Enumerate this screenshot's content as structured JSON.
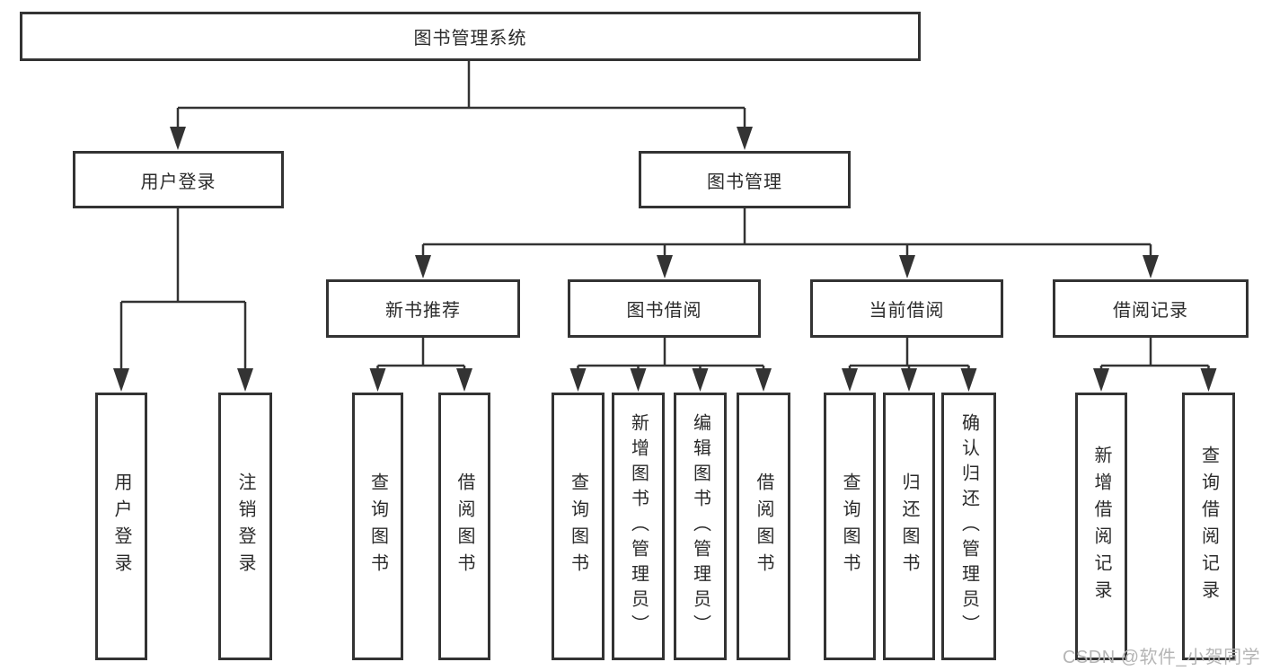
{
  "diagram": {
    "root": {
      "label": "图书管理系统"
    },
    "level2": [
      {
        "label": "用户登录"
      },
      {
        "label": "图书管理"
      }
    ],
    "level3": [
      {
        "label": "新书推荐",
        "parent": "图书管理"
      },
      {
        "label": "图书借阅",
        "parent": "图书管理"
      },
      {
        "label": "当前借阅",
        "parent": "图书管理"
      },
      {
        "label": "借阅记录",
        "parent": "图书管理"
      }
    ],
    "leaves": [
      {
        "label": "用户登录",
        "parent": "用户登录"
      },
      {
        "label": "注销登录",
        "parent": "用户登录"
      },
      {
        "label": "查询图书",
        "parent": "新书推荐"
      },
      {
        "label": "借阅图书",
        "parent": "新书推荐"
      },
      {
        "label": "查询图书",
        "parent": "图书借阅"
      },
      {
        "label": "新增图书（管理员）",
        "parent": "图书借阅"
      },
      {
        "label": "编辑图书（管理员）",
        "parent": "图书借阅"
      },
      {
        "label": "借阅图书",
        "parent": "图书借阅"
      },
      {
        "label": "查询图书",
        "parent": "当前借阅"
      },
      {
        "label": "归还图书",
        "parent": "当前借阅"
      },
      {
        "label": "确认归还（管理员）",
        "parent": "当前借阅"
      },
      {
        "label": "新增借阅记录",
        "parent": "借阅记录"
      },
      {
        "label": "查询借阅记录",
        "parent": "借阅记录"
      }
    ]
  },
  "watermark": {
    "text": "CSDN @软件_小贺同学"
  },
  "colors": {
    "line": "#333333",
    "border": "#333333",
    "text": "#2b2b2b",
    "background": "#ffffff",
    "watermark": "#b5b5b5"
  }
}
